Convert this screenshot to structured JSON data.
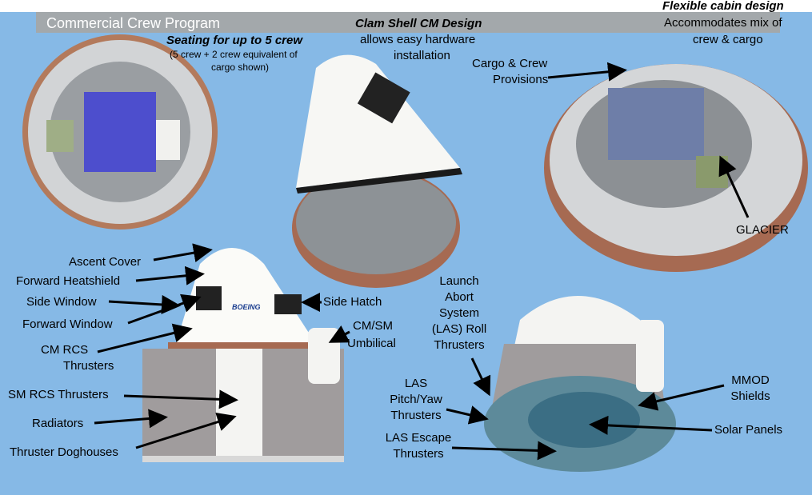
{
  "header": {
    "title": "Commercial Crew Program"
  },
  "captions": {
    "seating_title": "Seating for up to 5 crew",
    "seating_note_1": "(5 crew + 2 crew equivalent of",
    "seating_note_2": "cargo shown)",
    "clam_title": "Clam Shell CM Design",
    "clam_note_1": "allows easy hardware",
    "clam_note_2": "installation",
    "flex_title": "Flexible cabin design",
    "flex_note_1": "Accommodates mix of",
    "flex_note_2": "crew & cargo"
  },
  "labels": {
    "cargo_1": "Cargo & Crew",
    "cargo_2": "Provisions",
    "glacier": "GLACIER",
    "ascent_cover": "Ascent Cover",
    "forward_heatshield": "Forward Heatshield",
    "side_window": "Side Window",
    "forward_window": "Forward Window",
    "cm_rcs_1": "CM RCS",
    "cm_rcs_2": "Thrusters",
    "sm_rcs": "SM RCS Thrusters",
    "radiators": "Radiators",
    "doghouses": "Thruster Doghouses",
    "side_hatch": "Side Hatch",
    "umbilical_1": "CM/SM",
    "umbilical_2": "Umbilical",
    "las_roll": [
      "Launch",
      "Abort",
      "System",
      "(LAS) Roll",
      "Thrusters"
    ],
    "las_pitch": [
      "LAS",
      "Pitch/Yaw",
      "Thrusters"
    ],
    "las_escape": [
      "LAS Escape",
      "Thrusters"
    ],
    "mmod": [
      "MMOD",
      "Shields"
    ],
    "solar": "Solar Panels"
  },
  "logo": "BOEING",
  "colors": {
    "background": "#86b9e6",
    "header_bar": "#a3a8ab"
  }
}
